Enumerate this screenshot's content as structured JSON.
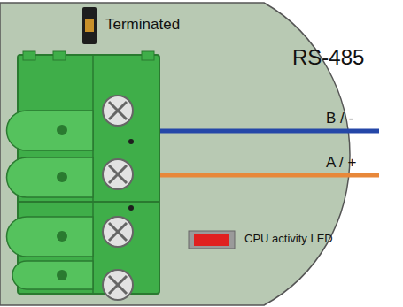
{
  "diagram": {
    "title": "RS-485",
    "labels": [
      "Terminated",
      "B / -",
      "A / +",
      "CPU activity LED"
    ]
  }
}
